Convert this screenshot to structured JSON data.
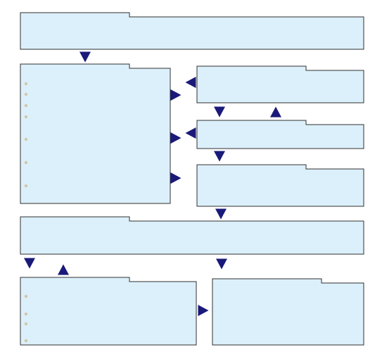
{
  "colors": {
    "box_fill": "#dcf0fb",
    "box_stroke": "#2f2f2f",
    "arrow": "#1a1a7a",
    "bullet": "#d3c7a6"
  },
  "boxes": [
    {
      "name": "top-banner-box",
      "bullets": 0
    },
    {
      "name": "left-list-box",
      "bullets": 7
    },
    {
      "name": "right-box-1",
      "bullets": 0
    },
    {
      "name": "right-box-2",
      "bullets": 0
    },
    {
      "name": "right-box-3",
      "bullets": 0
    },
    {
      "name": "middle-banner-box",
      "bullets": 0
    },
    {
      "name": "bottom-left-list-box",
      "bullets": 4
    },
    {
      "name": "bottom-right-box",
      "bullets": 0
    }
  ],
  "arrows": [
    {
      "name": "arrow-banner-to-list",
      "direction": "down"
    },
    {
      "name": "arrow-list-to-right-1",
      "direction": "right"
    },
    {
      "name": "arrow-right-1-to-list",
      "direction": "left"
    },
    {
      "name": "arrow-right-1-to-right-2",
      "direction": "down"
    },
    {
      "name": "arrow-right-2-to-right-1",
      "direction": "up"
    },
    {
      "name": "arrow-list-to-right-2",
      "direction": "right"
    },
    {
      "name": "arrow-right-2-to-list",
      "direction": "left"
    },
    {
      "name": "arrow-right-2-to-right-3",
      "direction": "down"
    },
    {
      "name": "arrow-list-to-right-3",
      "direction": "right"
    },
    {
      "name": "arrow-right-3-to-middle-banner",
      "direction": "down"
    },
    {
      "name": "arrow-middle-banner-to-bottom-left",
      "direction": "down"
    },
    {
      "name": "arrow-bottom-left-to-middle-banner",
      "direction": "up"
    },
    {
      "name": "arrow-middle-banner-to-bottom-right",
      "direction": "down"
    },
    {
      "name": "arrow-bottom-left-to-bottom-right",
      "direction": "right"
    }
  ]
}
